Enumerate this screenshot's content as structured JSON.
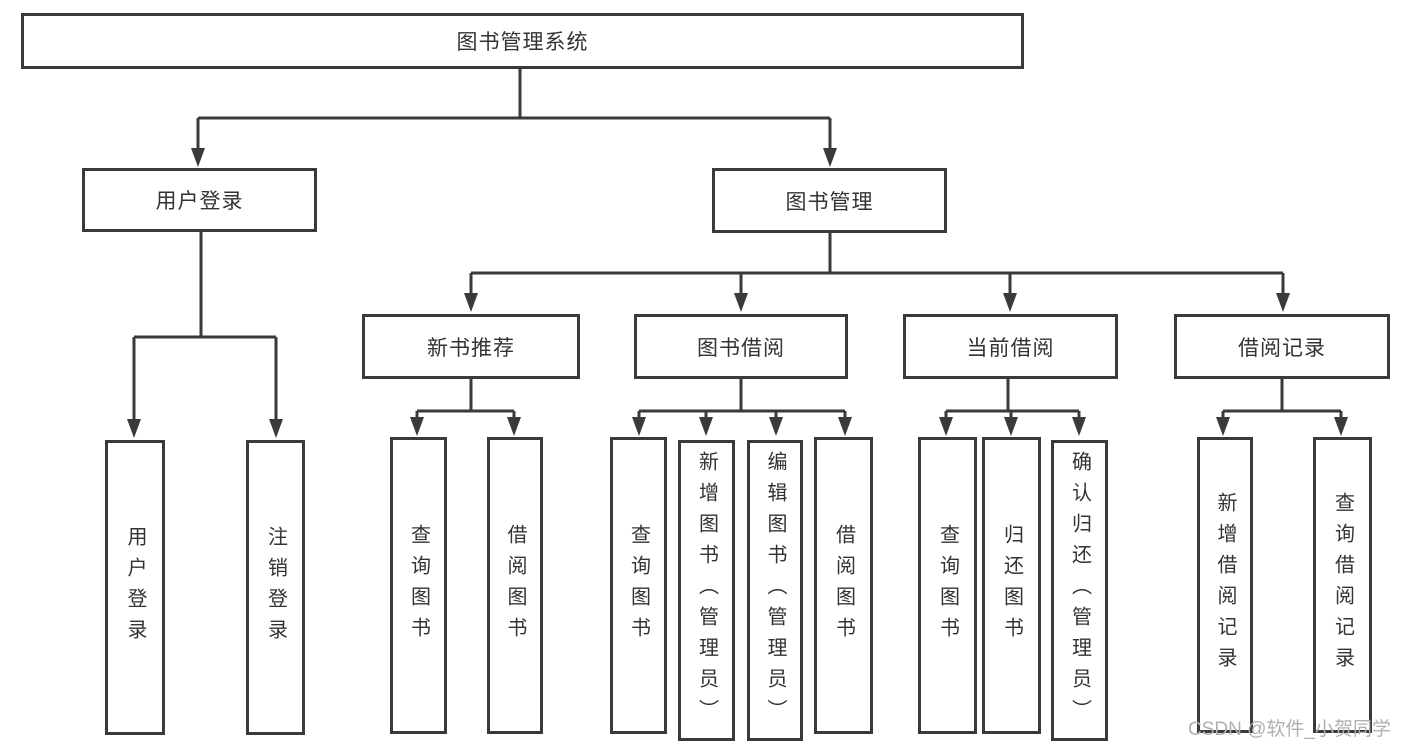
{
  "diagram": {
    "title_node": "图书管理系统",
    "root": "图书管理系统",
    "branches": [
      {
        "label": "用户登录",
        "children": [
          "用户登录",
          "注销登录"
        ]
      },
      {
        "label": "图书管理",
        "children": [
          {
            "label": "新书推荐",
            "children": [
              "查询图书",
              "借阅图书"
            ]
          },
          {
            "label": "图书借阅",
            "children": [
              "查询图书",
              "新增图书（管理员）",
              "编辑图书（管理员）",
              "借阅图书"
            ]
          },
          {
            "label": "当前借阅",
            "children": [
              "查询图书",
              "归还图书",
              "确认归还（管理员）"
            ]
          },
          {
            "label": "借阅记录",
            "children": [
              "新增借阅记录",
              "查询借阅记录"
            ]
          }
        ]
      }
    ]
  },
  "watermark": {
    "text": "CSDN @软件_小贺同学",
    "color": "#b0b0b0"
  },
  "colors": {
    "background": "#ffffff",
    "box_border": "#3a3a3a",
    "connector_line": "#3a3a3a",
    "text": "#333333"
  }
}
